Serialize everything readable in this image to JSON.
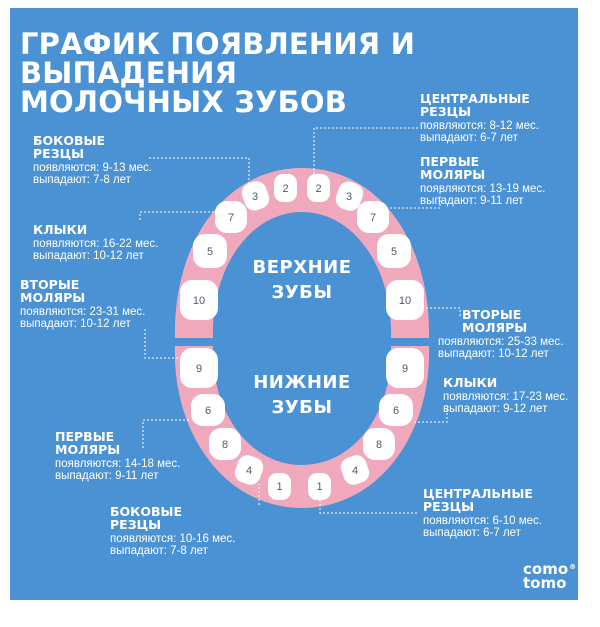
{
  "title": {
    "line1": "ГРАФИК ПОЯВЛЕНИЯ И ВЫПАДЕНИЯ",
    "line2": "МОЛОЧНЫХ ЗУБОВ"
  },
  "jaw_labels": {
    "upper_1": "ВЕРХНИЕ",
    "upper_2": "ЗУБЫ",
    "lower_1": "НИЖНИЕ",
    "lower_2": "ЗУБЫ"
  },
  "teeth": {
    "upper": [
      "2",
      "2",
      "3",
      "3",
      "7",
      "7",
      "5",
      "5",
      "10",
      "10"
    ],
    "lower": [
      "9",
      "9",
      "6",
      "6",
      "8",
      "8",
      "4",
      "4",
      "1",
      "1"
    ]
  },
  "labels": {
    "upper_central": {
      "name1": "ЦЕНТРАЛЬНЫЕ",
      "name2": "РЕЗЦЫ",
      "appear": "появляются: 8-12 мес.",
      "fall": "выпадают: 6-7 лет"
    },
    "upper_lateral": {
      "name1": "БОКОВЫЕ",
      "name2": "РЕЗЦЫ",
      "appear": "появляются: 9-13 мес.",
      "fall": "выпадают: 7-8 лет"
    },
    "upper_first_molars": {
      "name1": "ПЕРВЫЕ",
      "name2": "МОЛЯРЫ",
      "appear": "появляются: 13-19 мес.",
      "fall": "выпадают: 9-11 лет"
    },
    "upper_canines": {
      "name1": "КЛЫКИ",
      "appear": "появляются: 16-22 мес.",
      "fall": "выпадают: 10-12 лет"
    },
    "upper_second_molars": {
      "name1": "ВТОРЫЕ",
      "name2": "МОЛЯРЫ",
      "appear": "появляются: 23-31 мес.",
      "fall": "выпадают: 10-12 лет"
    },
    "lower_second_molars": {
      "name1": "ВТОРЫЕ",
      "name2": "МОЛЯРЫ",
      "appear": "появляются: 25-33 мес.",
      "fall": "выпадают: 10-12 лет"
    },
    "lower_canines": {
      "name1": "КЛЫКИ",
      "appear": "появляются: 17-23 мес.",
      "fall": "выпадают: 9-12 лет"
    },
    "lower_first_molars": {
      "name1": "ПЕРВЫЕ",
      "name2": "МОЛЯРЫ",
      "appear": "появляются: 14-18 мес.",
      "fall": "выпадают: 9-11 лет"
    },
    "lower_lateral": {
      "name1": "БОКОВЫЕ",
      "name2": "РЕЗЦЫ",
      "appear": "появляются: 10-16 мес.",
      "fall": "выпадают: 7-8 лет"
    },
    "lower_central": {
      "name1": "ЦЕНТРАЛЬНЫЕ",
      "name2": "РЕЗЦЫ",
      "appear": "появляются: 6-10 мес.",
      "fall": "выпадают: 6-7 лет"
    }
  },
  "logo": {
    "line1": "como",
    "line2": "tomo",
    "mark": "®"
  },
  "colors": {
    "background": "#4b92d4",
    "gum": "#f0a8bd",
    "tooth": "#ffffff",
    "tooth_number": "#4b5b6e",
    "text": "#ffffff"
  }
}
